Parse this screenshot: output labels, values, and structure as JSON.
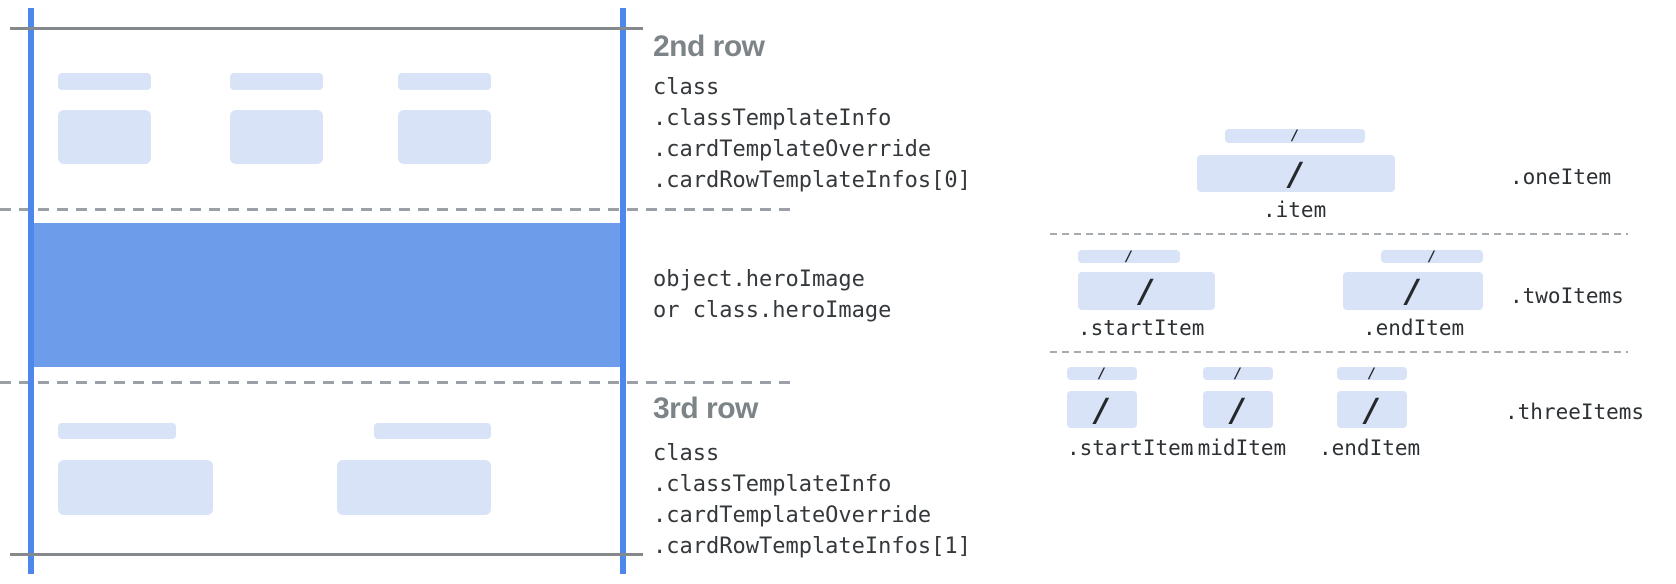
{
  "diagram": {
    "left": {
      "second_row": {
        "heading": "2nd row",
        "code_lines": [
          "class",
          ".classTemplateInfo",
          ".cardTemplateOverride",
          ".cardRowTemplateInfos[0]"
        ]
      },
      "hero_image": {
        "code_lines": [
          "object.heroImage",
          "or class.heroImage"
        ]
      },
      "third_row": {
        "heading": "3rd row",
        "code_lines": [
          "class",
          ".classTemplateInfo",
          ".cardTemplateOverride",
          ".cardRowTemplateInfos[1]"
        ]
      }
    },
    "right": {
      "slash": "/",
      "one_item": {
        "row_label": ".oneItem",
        "item_label": ".item"
      },
      "two_items": {
        "row_label": ".twoItems",
        "start_label": ".startItem",
        "end_label": ".endItem"
      },
      "three_items": {
        "row_label": ".threeItems",
        "start_label": ".startItem",
        "mid_label": ".midItem",
        "end_label": ".endItem"
      }
    },
    "colors": {
      "guide_blue": "#4d86ec",
      "hero_blue": "#6d9ceb",
      "placeholder_blue": "#d9e3f8",
      "dash_gray": "#9aa0a6",
      "line_gray": "#85898c",
      "heading_gray": "#7d8488",
      "code_text": "#35393c"
    }
  }
}
